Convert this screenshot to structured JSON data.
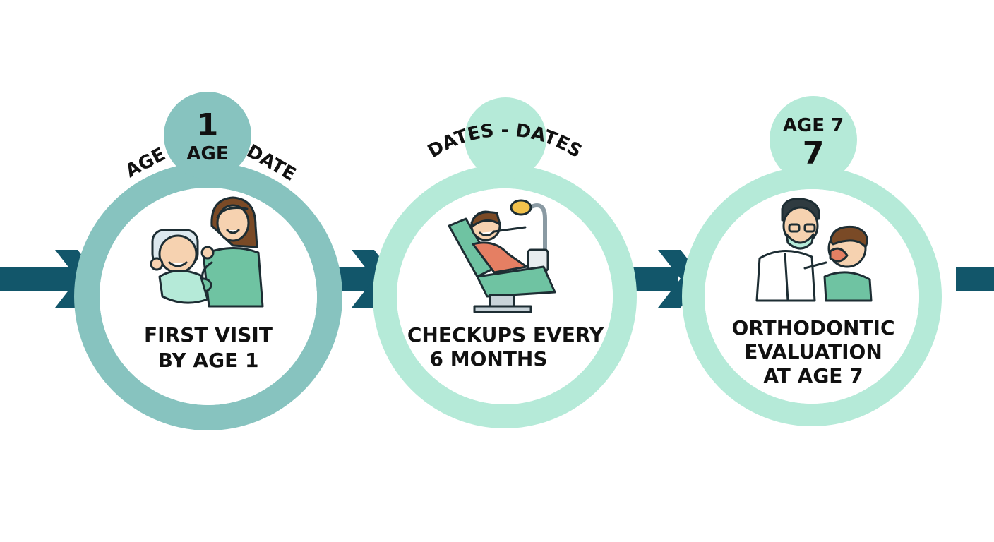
{
  "colors": {
    "arrow": "#12566a",
    "ring_stage1": "#87c3bf",
    "ring_stage2": "#b5ead8",
    "ring_stage3": "#b5ead8",
    "skin": "#f6d2b0",
    "hair": "#7a4a26",
    "scrubs": "#6fc3a2",
    "outline": "#1d2d33"
  },
  "stages": [
    {
      "id": "first-visit",
      "badge_top": "1",
      "badge_bottom": "AGE",
      "arc_left": "AGE",
      "arc_right": "DATE",
      "caption_line1": "FIRST VISIT",
      "caption_line2": "BY AGE 1",
      "illustration": "mother-with-baby-icon"
    },
    {
      "id": "checkups",
      "arc_text": "DATES - DATES",
      "caption_line1": "CHECKUPS EVERY",
      "caption_line2": "6 MONTHS",
      "illustration": "child-in-dental-chair-icon"
    },
    {
      "id": "orthodontic",
      "badge_top": "AGE 7",
      "badge_bottom": "7",
      "caption_line1": "ORTHODONTIC",
      "caption_line2": "EVALUATION",
      "caption_line3": "AT AGE 7",
      "illustration": "dentist-examining-child-icon"
    }
  ]
}
